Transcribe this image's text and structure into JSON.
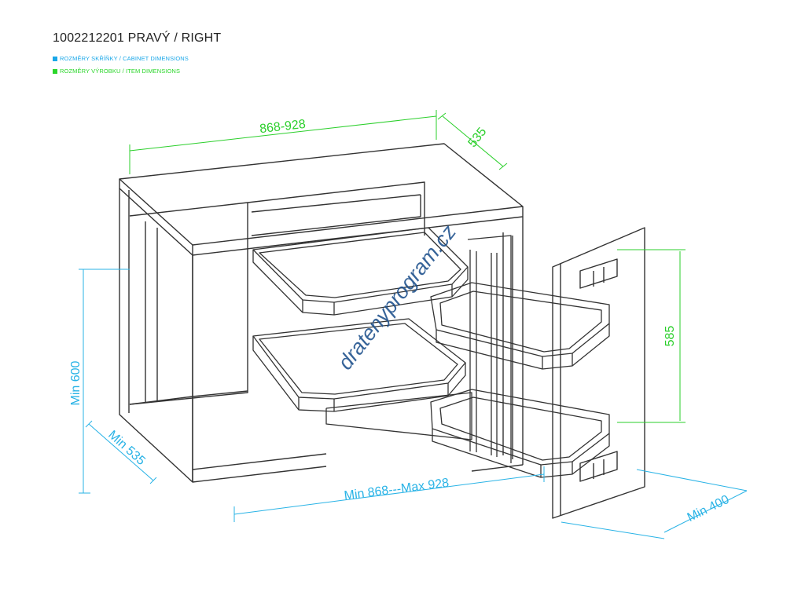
{
  "header": {
    "title": "1002212201 PRAVÝ / RIGHT",
    "legend_cabinet": "ROZMĚRY SKŘÍŇKY / CABINET DIMENSIONS",
    "legend_item": "ROZMĚRY VÝROBKU / ITEM DIMENSIONS"
  },
  "colors": {
    "cabinet": "#29b3e6",
    "item": "#2bcf2b",
    "line": "#333333",
    "watermark": "#1c4f8c"
  },
  "dimensions": {
    "item_width": "868-928",
    "item_depth": "535",
    "item_height": "585",
    "cab_height": "Min 600",
    "cab_depth": "Min 535",
    "cab_width": "Min 868---Max 928",
    "cab_door": "Min 400"
  },
  "watermark": "dratenyprogram.cz"
}
